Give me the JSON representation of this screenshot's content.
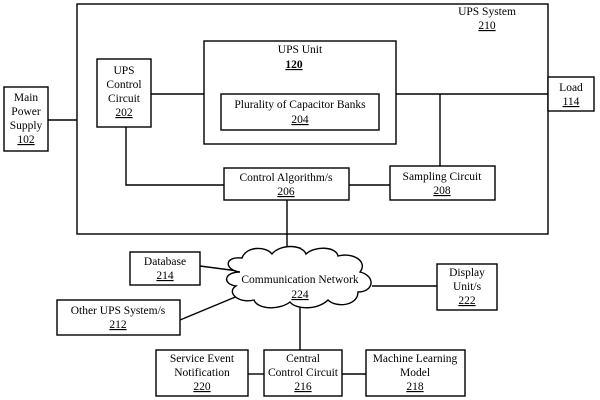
{
  "diagram": {
    "ups_system": {
      "label": "UPS System",
      "ref": "210"
    },
    "ups_unit": {
      "label": "UPS Unit",
      "ref": "120"
    },
    "capacitor_banks": {
      "label": "Plurality of Capacitor Banks",
      "ref": "204"
    },
    "ups_control_circuit": {
      "line1": "UPS",
      "line2": "Control",
      "line3": "Circuit",
      "ref": "202"
    },
    "main_power_supply": {
      "line1": "Main",
      "line2": "Power",
      "line3": "Supply",
      "ref": "102"
    },
    "load": {
      "label": "Load",
      "ref": "114"
    },
    "control_algorithm": {
      "label": "Control Algorithm/s",
      "ref": "206"
    },
    "sampling_circuit": {
      "label": "Sampling Circuit",
      "ref": "208"
    },
    "database": {
      "label": "Database",
      "ref": "214"
    },
    "communication_network": {
      "label": "Communication Network",
      "ref": "224"
    },
    "display_units": {
      "line1": "Display",
      "line2": "Unit/s",
      "ref": "222"
    },
    "other_ups_systems": {
      "label": "Other UPS System/s",
      "ref": "212"
    },
    "service_event_notification": {
      "line1": "Service Event",
      "line2": "Notification",
      "ref": "220"
    },
    "central_control_circuit": {
      "line1": "Central",
      "line2": "Control Circuit",
      "ref": "216"
    },
    "machine_learning_model": {
      "line1": "Machine Learning",
      "line2": "Model",
      "ref": "218"
    }
  }
}
